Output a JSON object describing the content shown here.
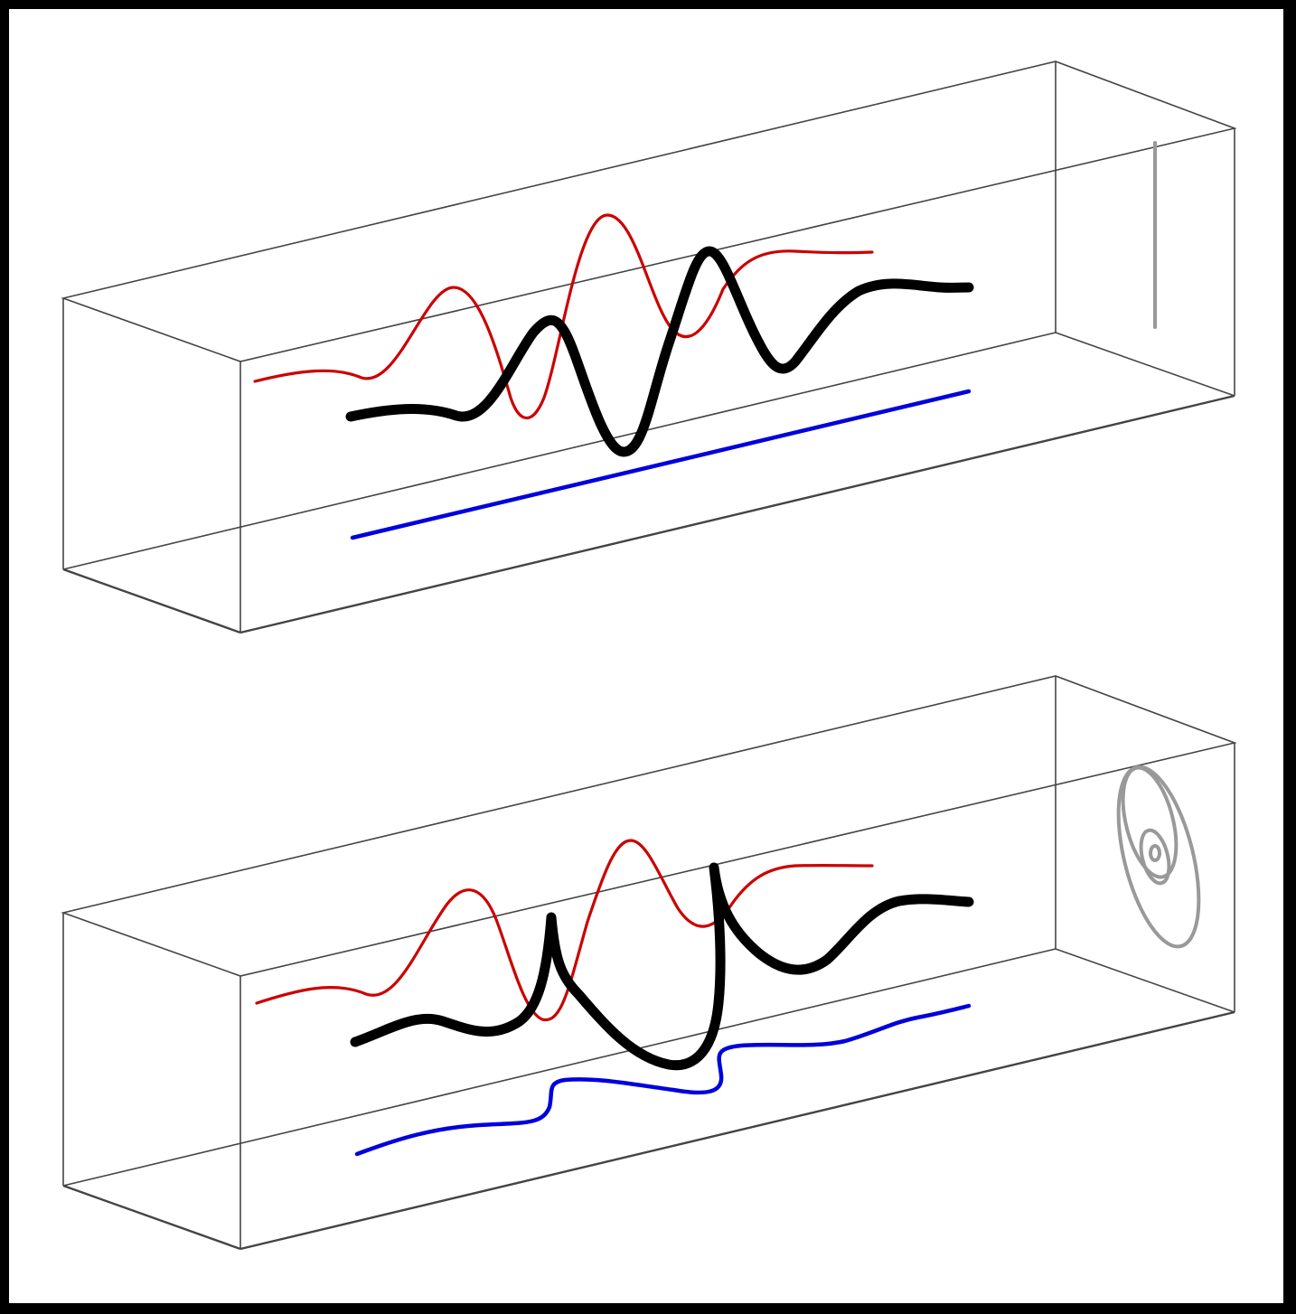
{
  "figure": {
    "panels": [
      {
        "id": "top",
        "description_free": true,
        "red_wave": "sinusoid",
        "black_wave": "sinusoid",
        "blue_wave": "straight",
        "end_projection": "vertical-line"
      },
      {
        "id": "bottom",
        "red_wave": "sinusoid",
        "black_wave": "looping",
        "blue_wave": "wavy",
        "end_projection": "spiral-ellipse"
      }
    ],
    "colors": {
      "box": "#444444",
      "red": "#cc0000",
      "black": "#000000",
      "blue": "#0000dd",
      "projection": "#999999",
      "frame": "#000000"
    }
  }
}
